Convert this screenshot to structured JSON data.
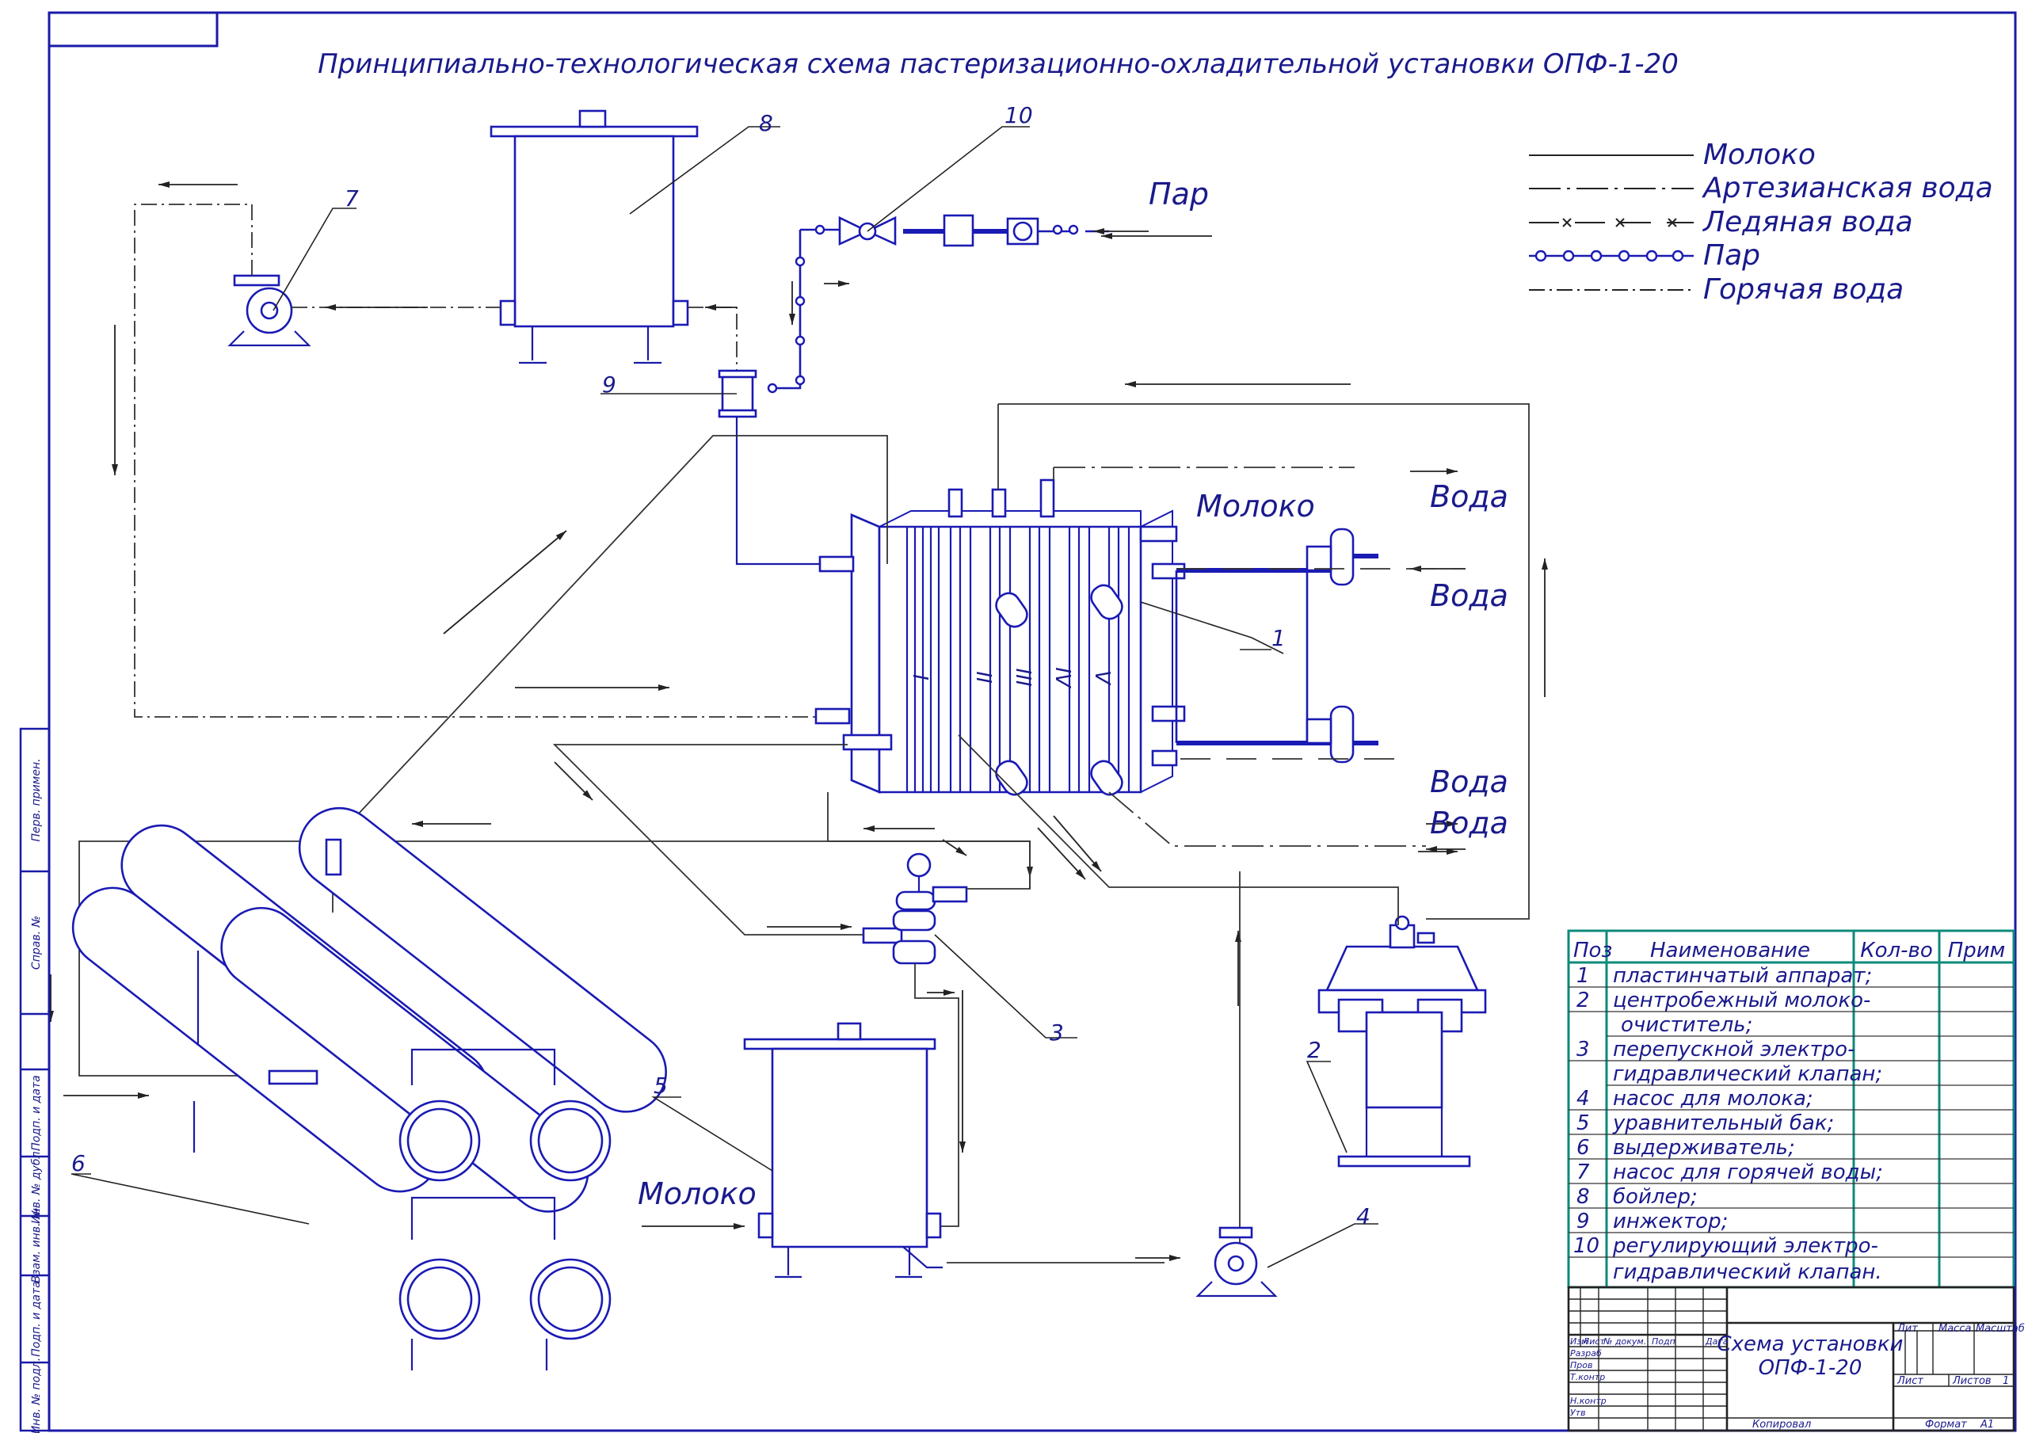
{
  "title": "Принципиально-технологическая схема пастеризационно-охладительной установки ОПФ-1-20",
  "legend": [
    {
      "label": "Молоко",
      "style": "solid"
    },
    {
      "label": "Артезианская вода",
      "style": "slash-dash"
    },
    {
      "label": "Ледяная вода",
      "style": "x-dash"
    },
    {
      "label": "Пар",
      "style": "circles"
    },
    {
      "label": "Горячая вода",
      "style": "dash-dot"
    }
  ],
  "flow_labels": {
    "steam": "Пар",
    "milk_top": "Молоко",
    "water1": "Вода",
    "water2": "Вода",
    "water3": "Вода",
    "water4": "Вода",
    "milk_in": "Молоко"
  },
  "positions": {
    "p1": "1",
    "p2": "2",
    "p3": "3",
    "p4": "4",
    "p5": "5",
    "p6": "6",
    "p7": "7",
    "p8": "8",
    "p9": "9",
    "p10": "10"
  },
  "section_numerals": [
    "I",
    "II",
    "III",
    "IV",
    "V"
  ],
  "spec_table": {
    "headers": {
      "pos": "Поз",
      "name": "Наименование",
      "qty": "Кол-во",
      "note": "Прим"
    },
    "rows": [
      {
        "pos": "1",
        "name": "пластинчатый аппарат;"
      },
      {
        "pos": "2",
        "name": "центробежный молоко-"
      },
      {
        "pos": "",
        "name": "очиститель;"
      },
      {
        "pos": "3",
        "name": "перепускной электро-"
      },
      {
        "pos": "",
        "name": "гидравлический клапан;"
      },
      {
        "pos": "4",
        "name": "насос для молока;"
      },
      {
        "pos": "5",
        "name": "уравнительный бак;"
      },
      {
        "pos": "6",
        "name": "выдерживатель;"
      },
      {
        "pos": "7",
        "name": "насос для горячей воды;"
      },
      {
        "pos": "8",
        "name": "бойлер;"
      },
      {
        "pos": "9",
        "name": "инжектор;"
      },
      {
        "pos": "10",
        "name": "регулирующий электро-"
      },
      {
        "pos": "",
        "name": "гидравлический клапан."
      }
    ]
  },
  "title_block": {
    "drawing_name_1": "Схема установки",
    "drawing_name_2": "ОПФ-1-20",
    "col_izm": "Изм",
    "col_list": "Лист",
    "col_doc": "№ докум.",
    "col_sign": "Подп",
    "col_date": "Дата",
    "row_razrab": "Разраб",
    "row_prov": "Пров",
    "row_tkontr": "Т.контр",
    "row_nkontr": "Н.контр",
    "row_utv": "Утв",
    "lit": "Лит",
    "mass": "Масса",
    "scale": "Масштаб",
    "sheet": "Лист",
    "sheets": "Листов",
    "sheets_count": "1",
    "copied": "Копировал",
    "format": "Формат",
    "format_value": "А1"
  },
  "side_strip": [
    "Перв. примен.",
    "Справ. №",
    "Подп. и дата",
    "Инв. № дубл.",
    "Взам. инв. №",
    "Подп. и дата",
    "Инв. № подл."
  ]
}
